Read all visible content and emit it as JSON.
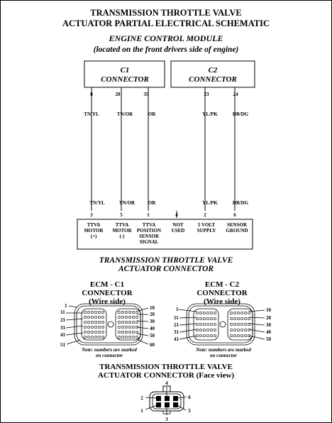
{
  "title": {
    "line1": "TRANSMISSION THROTTLE VALVE",
    "line2": "ACTUATOR PARTIAL ELECTRICAL SCHEMATIC"
  },
  "ecm": {
    "title": "ENGINE CONTROL MODULE",
    "subtitle": "(located on the front drivers side of engine)"
  },
  "c1": {
    "name": "C1",
    "label": "CONNECTOR",
    "pins": [
      "8",
      "20",
      "35"
    ]
  },
  "c2": {
    "name": "C2",
    "label": "CONNECTOR",
    "pins": [
      "23",
      "24"
    ]
  },
  "wire_colors": [
    "TN/YL",
    "TN/OR",
    "OR",
    "YL/PK",
    "DB/DG"
  ],
  "bottom_pins": [
    "3",
    "5",
    "1",
    "4",
    "2",
    "6"
  ],
  "functions": [
    [
      "TTVA",
      "MOTOR",
      "(+)"
    ],
    [
      "TTVA",
      "MOTOR",
      "(-)"
    ],
    [
      "TTVA",
      "POSITION",
      "SENSOR",
      "SIGNAL"
    ],
    [
      "NOT",
      "USED"
    ],
    [
      "5 VOLT",
      "SUPPLY"
    ],
    [
      "SENSOR",
      "GROUND"
    ]
  ],
  "ttva_connector": {
    "line1": "TRANSMISSION THROTTLE VALVE",
    "line2": "ACTUATOR CONNECTOR"
  },
  "ecm_c1": {
    "line1": "ECM - C1",
    "line2": "CONNECTOR",
    "line3": "(Wire side)",
    "left_numbers": [
      "1",
      "11",
      "21",
      "31",
      "41",
      "51"
    ],
    "right_numbers": [
      "10",
      "20",
      "30",
      "40",
      "50",
      "60"
    ]
  },
  "ecm_c2": {
    "line1": "ECM - C2",
    "line2": "CONNECTOR",
    "line3": "(Wire side)",
    "left_numbers": [
      "1",
      "11",
      "21",
      "31",
      "41"
    ],
    "right_numbers": [
      "10",
      "20",
      "30",
      "40",
      "50"
    ]
  },
  "note": {
    "line1": "Note: numbers are marked",
    "line2": "on connector"
  },
  "face_view": {
    "line1": "TRANSMISSION THROTTLE VALVE",
    "line2": "ACTUATOR CONNECTOR (Face view)",
    "pins": [
      "4",
      "2",
      "6",
      "1",
      "5",
      "3"
    ]
  }
}
